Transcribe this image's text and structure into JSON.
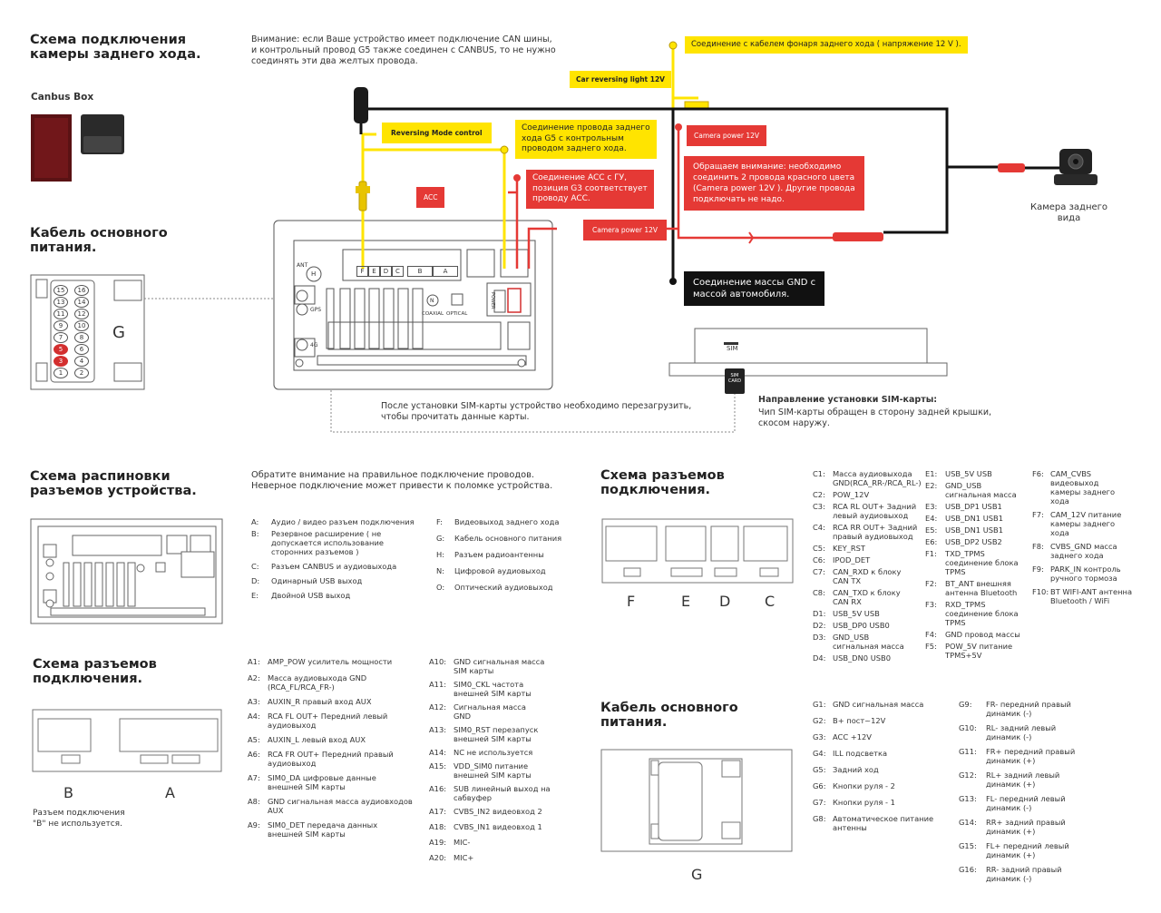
{
  "colors": {
    "yellow": "#ffe400",
    "red": "#e53935",
    "black": "#111111",
    "blue": "#1e88c8"
  },
  "sec1": {
    "title": "Схема подключения\nкамеры заднего хода.",
    "canbus": "Canbus Box",
    "cable_title": "Кабель основного\nпитания.",
    "warning": "Внимание: если Ваше устройство имеет подключение CAN шины,\nи контрольный провод G5 также соединен с CANBUS, то не нужно\nсоединять эти два желтых провода.",
    "conn_G": "G",
    "pin5": "5",
    "pin3": "3",
    "pins_left": [
      "15",
      "13",
      "11",
      "9",
      "7",
      "5",
      "3",
      "1"
    ],
    "pins_right": [
      "16",
      "14",
      "12",
      "10",
      "8",
      "6",
      "4",
      "2"
    ],
    "ant": "ANT",
    "h": "H",
    "gps": "GPS",
    "fourg": "4G",
    "coaxial": "COAXIAL",
    "optical": "OPTICAL",
    "power": "POWER",
    "n": "N",
    "top_letters": [
      "F",
      "E",
      "D",
      "C",
      "B",
      "A"
    ],
    "y1": "Соединение с кабелем фонаря заднего хода ( напряжение 12 V ).",
    "y2": "Car reversing light 12V",
    "y3": "Reversing Mode control",
    "y4": "Соединение провода заднего\nхода G5 с контрольным\nпроводом заднего хода.",
    "r_acc": "ACC",
    "r1": "Соединение ACC с ГУ,\nпозиция G3 соответствует\nпроводу ACC.",
    "r2": "Camera power 12V",
    "r3": "Обращаем внимание: необходимо\nсоединить 2 провода красного цвета\n(Camera power 12V ). Другие провода\nподключать не надо.",
    "r4": "Camera power 12V",
    "k1": "Соединение массы GND с\nмассой автомобиля.",
    "camera": "Камера заднего\nвида",
    "sim": "SIM",
    "simcard": "SIM\nCARD",
    "sim_title": "Направление установки SIM-карты:",
    "sim_text": "Чип SIM-карты обращен в сторону задней крышки,\nскосом наружу.",
    "sim_reboot": "После установки SIM-карты устройство необходимо перезагрузить,\nчтобы прочитать данные карты."
  },
  "sec2": {
    "title": "Схема распиновки\nразъемов устройства.",
    "warn": "Обратите внимание на правильное подключение проводов.\nНеверное подключение может привести к поломке устройства.",
    "legend_left": [
      {
        "k": "A:",
        "v": "Аудио / видео разъем подключения"
      },
      {
        "k": "B:",
        "v": "Резервное расширение ( не\nдопускается использование\nсторонних разъемов )"
      },
      {
        "k": "C:",
        "v": "Разъем CANBUS и аудиовыхода"
      },
      {
        "k": "D:",
        "v": "Одинарный USB выход"
      },
      {
        "k": "E:",
        "v": "Двойной USB выход"
      }
    ],
    "legend_right": [
      {
        "k": "F:",
        "v": "Видеовыход заднего хода"
      },
      {
        "k": "G:",
        "v": "Кабель основного питания"
      },
      {
        "k": "H:",
        "v": "Разъем радиоантенны"
      },
      {
        "k": "N:",
        "v": "Цифровой аудиовыход"
      },
      {
        "k": "O:",
        "v": "Оптический аудиовыход"
      }
    ]
  },
  "sec3": {
    "title": "Схема разъемов\nподключения.",
    "labels": [
      "F",
      "E",
      "D",
      "C"
    ],
    "c_pins": [
      {
        "k": "C1:",
        "v": "Масса аудиовыхода\nGND(RCA_RR-/RCA_RL-)",
        "c": "blue"
      },
      {
        "k": "C2:",
        "v": "POW_12V",
        "c": ""
      },
      {
        "k": "C3:",
        "v": "RCA RL OUT+ Задний\nлевый аудиовыход",
        "c": "blue"
      },
      {
        "k": "C4:",
        "v": "RCA RR OUT+ Задний\nправый аудиовыход",
        "c": "blue"
      },
      {
        "k": "C5:",
        "v": "KEY_RST",
        "c": ""
      },
      {
        "k": "C6:",
        "v": "IPOD_DET",
        "c": ""
      },
      {
        "k": "C7:",
        "v": "CAN_RXD к блоку\nCAN TX",
        "c": ""
      },
      {
        "k": "C8:",
        "v": "CAN_TXD к блоку\nCAN RX",
        "c": ""
      },
      {
        "k": "D1:",
        "v": "USB_5V USB",
        "c": ""
      },
      {
        "k": "D2:",
        "v": "USB_DP0 USB0",
        "c": ""
      },
      {
        "k": "D3:",
        "v": "GND_USB\nсигнальная масса",
        "c": ""
      },
      {
        "k": "D4:",
        "v": "USB_DN0 USB0",
        "c": ""
      }
    ],
    "e_pins": [
      {
        "k": "E1:",
        "v": "USB_5V USB"
      },
      {
        "k": "E2:",
        "v": "GND_USB\nсигнальная масса"
      },
      {
        "k": "E3:",
        "v": "USB_DP1 USB1"
      },
      {
        "k": "E4:",
        "v": "USB_DN1 USB1"
      },
      {
        "k": "E5:",
        "v": "USB_DN1 USB1"
      },
      {
        "k": "E6:",
        "v": "USB_DP2 USB2"
      },
      {
        "k": "F1:",
        "v": "TXD_TPMS\nсоединение блока\nTPMS"
      },
      {
        "k": "F2:",
        "v": "BT_ANT внешняя\nантенна Bluetooth"
      },
      {
        "k": "F3:",
        "v": "RXD_TPMS\nсоединение блока\nTPMS"
      },
      {
        "k": "F4:",
        "v": "GND провод массы"
      },
      {
        "k": "F5:",
        "v": "POW_5V питание\nTPMS+5V"
      }
    ],
    "f_pins": [
      {
        "k": "F6:",
        "v": "CAM_CVBS\nвидеовыход\nкамеры заднего\nхода"
      },
      {
        "k": "F7:",
        "v": "CAM_12V питание\nкамеры заднего\nхода"
      },
      {
        "k": "F8:",
        "v": "CVBS_GND масса\nзаднего хода"
      },
      {
        "k": "F9:",
        "v": "PARK_IN контроль\nручного тормоза"
      },
      {
        "k": "F10:",
        "v": "BT WIFI-ANT антенна\nBluetooth / WiFi"
      }
    ]
  },
  "sec4": {
    "title": "Схема разъемов\nподключения.",
    "labels": [
      "B",
      "A"
    ],
    "note": "Разъем подключения\n\"B\" не используется.",
    "a_left": [
      {
        "k": "A1:",
        "v": "AMP_POW усилитель мощности",
        "c": ""
      },
      {
        "k": "A2:",
        "v": "Масса аудиовыхода GND\n(RCA_FL/RCA_FR-)",
        "c": "blue"
      },
      {
        "k": "A3:",
        "v": "AUXIN_R правый вход AUX",
        "c": ""
      },
      {
        "k": "A4:",
        "v": "RCA FL OUT+ Передний левый\nаудиовыход",
        "c": "blue"
      },
      {
        "k": "A5:",
        "v": "AUXIN_L левый вход AUX",
        "c": ""
      },
      {
        "k": "A6:",
        "v": "RCA FR OUT+ Передний правый\nаудиовыход",
        "c": "blue"
      },
      {
        "k": "A7:",
        "v": "SIM0_DA цифровые данные\nвнешней SIM карты",
        "c": ""
      },
      {
        "k": "A8:",
        "v": "GND сигнальная масса аудиовходов\nAUX",
        "c": ""
      },
      {
        "k": "A9:",
        "v": "SIM0_DET передача данных\nвнешней SIM карты",
        "c": ""
      }
    ],
    "a_right": [
      {
        "k": "A10:",
        "v": "GND сигнальная масса\nSIM карты"
      },
      {
        "k": "A11:",
        "v": "SIM0_CKL частота\nвнешней SIM карты"
      },
      {
        "k": "A12:",
        "v": "Сигнальная масса\nGND"
      },
      {
        "k": "A13:",
        "v": "SIM0_RST перезапуск\nвнешней SIM карты"
      },
      {
        "k": "A14:",
        "v": "NC не используется"
      },
      {
        "k": "A15:",
        "v": "VDD_SIM0 питание\nвнешней SIM карты"
      },
      {
        "k": "A16:",
        "v": "SUB линейный выход на\nсабвуфер"
      },
      {
        "k": "A17:",
        "v": "CVBS_IN2 видеовход 2"
      },
      {
        "k": "A18:",
        "v": "CVBS_IN1 видеовход 1"
      },
      {
        "k": "A19:",
        "v": "MIC-"
      },
      {
        "k": "A20:",
        "v": "MIC+"
      }
    ]
  },
  "sec5": {
    "title": "Кабель основного\nпитания.",
    "label": "G",
    "g_left": [
      {
        "k": "G1:",
        "v": "GND сигнальная масса",
        "c": ""
      },
      {
        "k": "G2:",
        "v": "B+ пост~12V",
        "c": ""
      },
      {
        "k": "G3:",
        "v": "ACC +12V",
        "c": "red"
      },
      {
        "k": "G4:",
        "v": "ILL подсветка",
        "c": ""
      },
      {
        "k": "G5:",
        "v": "Задний ход",
        "c": "red"
      },
      {
        "k": "G6:",
        "v": "Кнопки руля - 2",
        "c": ""
      },
      {
        "k": "G7:",
        "v": "Кнопки руля - 1",
        "c": ""
      },
      {
        "k": "G8:",
        "v": "Автоматическое питание\nантенны",
        "c": ""
      }
    ],
    "g_right": [
      {
        "k": "G9:",
        "v": "FR- передний правый\nдинамик (-)"
      },
      {
        "k": "G10:",
        "v": "RL- задний левый\nдинамик (-)"
      },
      {
        "k": "G11:",
        "v": "FR+ передний правый\nдинамик (+)"
      },
      {
        "k": "G12:",
        "v": "RL+ задний левый\nдинамик (+)"
      },
      {
        "k": "G13:",
        "v": "FL- передний левый\nдинамик (-)"
      },
      {
        "k": "G14:",
        "v": "RR+ задний правый\nдинамик (+)"
      },
      {
        "k": "G15:",
        "v": "FL+ передний левый\nдинамик (+)"
      },
      {
        "k": "G16:",
        "v": "RR- задний правый\nдинамик (-)"
      }
    ]
  }
}
